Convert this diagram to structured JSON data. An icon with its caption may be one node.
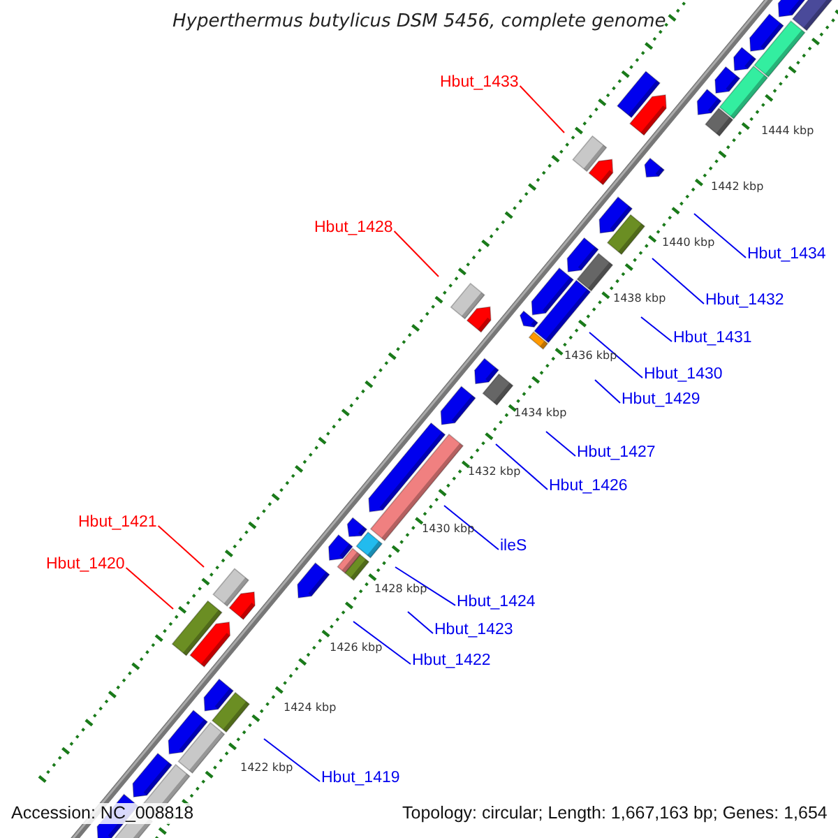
{
  "diagram": {
    "title": "Hyperthermus butylicus DSM 5456, complete genome",
    "nodes": [
      {
        "text": [
          "Hbut_1433"
        ]
      },
      {
        "text": [
          "Hbut_1428"
        ]
      },
      {
        "text": [
          "Hbut_1434"
        ]
      },
      {
        "text": [
          "Hbut_1432"
        ]
      },
      {
        "text": [
          "Hbut_1431"
        ]
      },
      {
        "text": [
          "Hbut_1430"
        ]
      },
      {
        "text": [
          "Hbut_1429"
        ]
      },
      {
        "text": [
          "Hbut_1427"
        ]
      },
      {
        "text": [
          "Hbut_1426"
        ]
      },
      {
        "text": [
          "Hbut_1421"
        ]
      },
      {
        "text": [
          "ileS"
        ]
      },
      {
        "text": [
          "Hbut_1420"
        ]
      },
      {
        "text": [
          "Hbut_1424"
        ]
      },
      {
        "text": [
          "Hbut_1423"
        ]
      },
      {
        "text": [
          "Hbut_1422"
        ]
      },
      {
        "text": [
          "Hbut_1419"
        ]
      }
    ],
    "edges": [
      {
        "from": 0,
        "to": null,
        "arrow": "none",
        "color": "#ff0000"
      },
      {
        "from": 1,
        "to": null,
        "arrow": "none",
        "color": "#ff0000"
      },
      {
        "from": 2,
        "to": null,
        "arrow": "none"
      },
      {
        "from": 3,
        "to": null,
        "arrow": "none"
      },
      {
        "from": 4,
        "to": null,
        "arrow": "none"
      },
      {
        "from": 5,
        "to": null,
        "arrow": "none"
      },
      {
        "from": 6,
        "to": null,
        "arrow": "none"
      },
      {
        "from": 7,
        "to": null,
        "arrow": "none"
      },
      {
        "from": 8,
        "to": null,
        "arrow": "none"
      },
      {
        "from": 9,
        "to": null,
        "arrow": "none",
        "color": "#ff0000"
      },
      {
        "from": 10,
        "to": null,
        "arrow": "none"
      },
      {
        "from": 11,
        "to": null,
        "arrow": "none",
        "color": "#ff0000"
      },
      {
        "from": 12,
        "to": null,
        "arrow": "none"
      },
      {
        "from": 13,
        "to": null,
        "arrow": "none"
      },
      {
        "from": 14,
        "to": null,
        "arrow": "none"
      },
      {
        "from": 15,
        "to": null,
        "arrow": "none"
      }
    ],
    "labels": [
      "1444 kbp",
      "1442 kbp",
      "1440 kbp",
      "1438 kbp",
      "1436 kbp",
      "1434 kbp",
      "1432 kbp",
      "1430 kbp",
      "1428 kbp",
      "1426 kbp",
      "1424 kbp",
      "1422 kbp",
      "Accession: NC_008818",
      "Topology: circular; Length: 1,667,163 bp; Genes: 1,654"
    ]
  }
}
